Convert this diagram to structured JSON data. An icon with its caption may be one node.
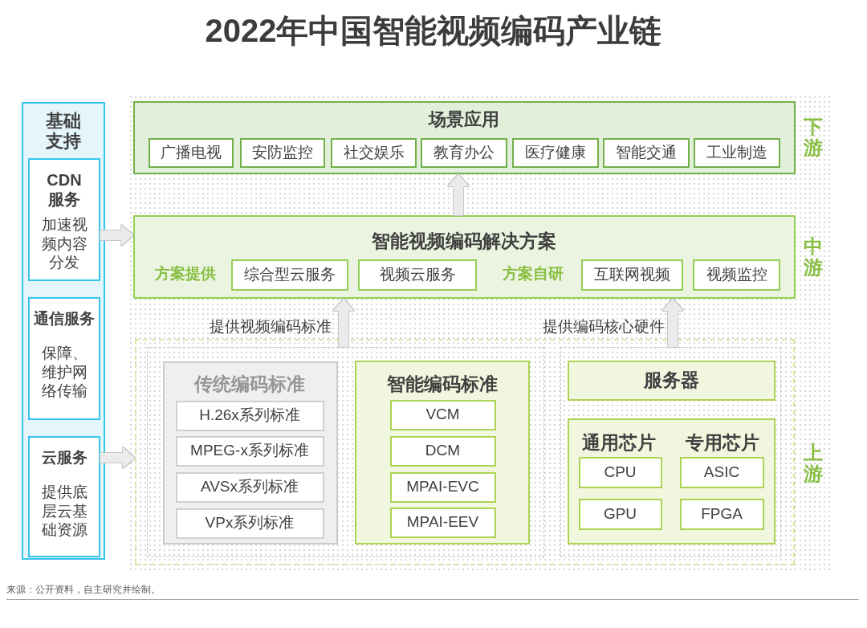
{
  "diagram": {
    "title": "2022年中国智能视频编码产业链",
    "nodes": [
      {
        "text": [
          "基础支持"
        ]
      },
      {
        "text": [
          "CDN服务",
          "加速视频内容分发"
        ],
        "in": 0
      },
      {
        "text": [
          "通信服务",
          "保障、维护网络传输"
        ],
        "in": 0
      },
      {
        "text": [
          "云服务",
          "提供底层云基础资源"
        ],
        "in": 0
      },
      {
        "text": [
          "场景应用"
        ],
        "beside": [
          "下游"
        ]
      },
      {
        "text": [
          "广播电视"
        ],
        "in": 4
      },
      {
        "text": [
          "安防监控"
        ],
        "in": 4
      },
      {
        "text": [
          "社交娱乐"
        ],
        "in": 4
      },
      {
        "text": [
          "教育办公"
        ],
        "in": 4
      },
      {
        "text": [
          "医疗健康"
        ],
        "in": 4
      },
      {
        "text": [
          "智能交通"
        ],
        "in": 4
      },
      {
        "text": [
          "工业制造"
        ],
        "in": 4
      },
      {
        "text": [
          "智能视频编码解决方案",
          "方案提供",
          "方案自研"
        ],
        "beside": [
          "中游"
        ]
      },
      {
        "text": [
          "综合型云服务"
        ],
        "in": 12
      },
      {
        "text": [
          "视频云服务"
        ],
        "in": 12
      },
      {
        "text": [
          "互联网视频"
        ],
        "in": 12
      },
      {
        "text": [
          "视频监控"
        ],
        "in": 12
      },
      {
        "text": [],
        "shape": "box",
        "beside": [
          "上游"
        ]
      },
      {
        "text": [],
        "shape": "box",
        "in": 17
      },
      {
        "text": [
          "传统编码标准"
        ],
        "in": 18
      },
      {
        "text": [
          "H.26x系列标准"
        ],
        "in": 19
      },
      {
        "text": [
          "MPEG-x系列标准"
        ],
        "in": 19
      },
      {
        "text": [
          "AVSx系列标准"
        ],
        "in": 19
      },
      {
        "text": [
          "VPx系列标准"
        ],
        "in": 19
      },
      {
        "text": [
          "智能编码标准"
        ],
        "in": 18
      },
      {
        "text": [
          "VCM"
        ],
        "in": 24
      },
      {
        "text": [
          "DCM"
        ],
        "in": 24
      },
      {
        "text": [
          "MPAI-EVC"
        ],
        "in": 24
      },
      {
        "text": [
          "MPAI-EEV"
        ],
        "in": 24
      },
      {
        "text": [],
        "shape": "box",
        "in": 17
      },
      {
        "text": [
          "服务器"
        ],
        "in": 29
      },
      {
        "text": [
          "通用芯片",
          "专用芯片"
        ],
        "in": 29
      },
      {
        "text": [
          "CPU"
        ],
        "in": 31
      },
      {
        "text": [
          "ASIC"
        ],
        "in": 31
      },
      {
        "text": [
          "GPU"
        ],
        "in": 31
      },
      {
        "text": [
          "FPGA"
        ],
        "in": 31
      }
    ],
    "edges": [
      {
        "from": 12,
        "to": 4,
        "arrow": "to"
      },
      {
        "from": 1,
        "to": 12,
        "arrow": "to"
      },
      {
        "from": 3,
        "to": 17,
        "arrow": "to"
      },
      {
        "from": 18,
        "to": 12,
        "arrow": "to",
        "label": "提供视频编码标准"
      },
      {
        "from": 29,
        "to": 12,
        "arrow": "to",
        "label": "提供编码核心硬件"
      }
    ],
    "labels": [
      "来源：公开资料，自主研究并绘制。"
    ]
  }
}
